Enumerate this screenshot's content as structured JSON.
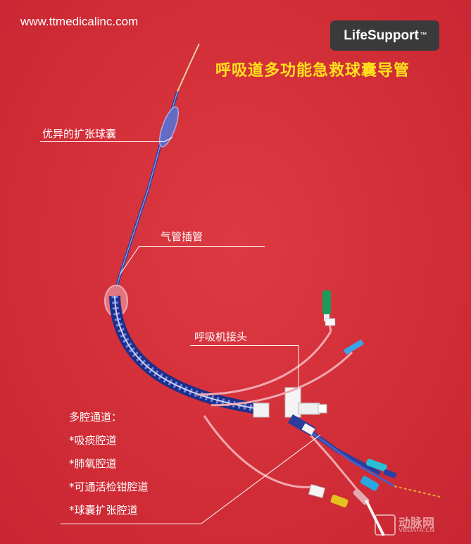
{
  "website": "www.ttmedicalinc.com",
  "brand": {
    "name": "LifeSupport",
    "tm": "™"
  },
  "title": "呼吸道多功能急救球囊导管",
  "labels": {
    "balloon": "优异的扩张球囊",
    "tube": "气管插管",
    "ventilator": "呼吸机接头"
  },
  "channels": {
    "heading": "多腔通道：",
    "items": [
      "*吸痰腔道",
      "*肺氧腔道",
      "*可通活检钳腔道",
      "*球囊扩张腔道"
    ]
  },
  "watermark": {
    "main": "动脉网",
    "sub": "VBDATA.CN"
  },
  "colors": {
    "background": "#d5303a",
    "title": "#ffe21a",
    "brand_bg": "#3a3a3a"
  }
}
